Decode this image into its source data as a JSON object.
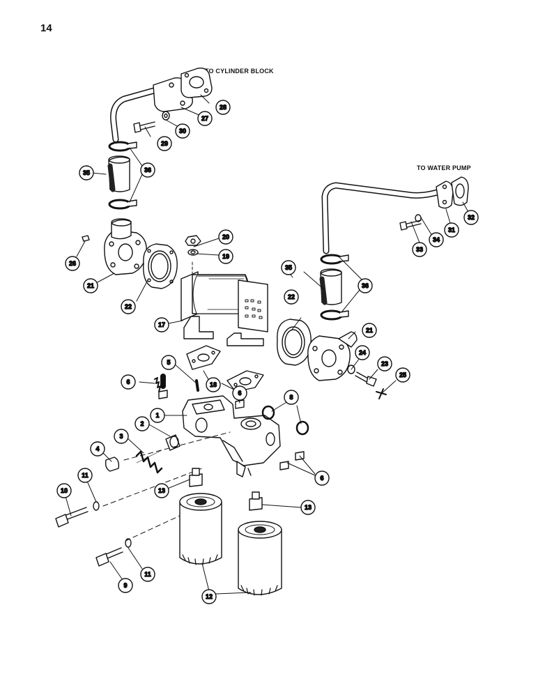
{
  "page": {
    "number": "14"
  },
  "labels": {
    "cylinder_block": "TO CYLINDER BLOCK",
    "water_pump": "TO WATER PUMP"
  },
  "callouts": [
    "1",
    "2",
    "3",
    "4",
    "5",
    "6",
    "6",
    "6",
    "8",
    "9",
    "10",
    "11",
    "11",
    "12",
    "13",
    "13",
    "17",
    "18",
    "18",
    "19",
    "20",
    "21",
    "21",
    "22",
    "22",
    "23",
    "24",
    "25",
    "26",
    "27",
    "28",
    "29",
    "30",
    "31",
    "32",
    "33",
    "34",
    "35",
    "35",
    "36",
    "36"
  ],
  "icons": [
    "oil-cooler-assembly",
    "oil-filter-adapter",
    "oil-filter-cartridge",
    "hose-clamp",
    "hose",
    "gasket",
    "cap-screw",
    "tube",
    "o-ring",
    "spring",
    "plug",
    "fitting"
  ],
  "colors": {
    "ink": "#111111",
    "paper": "#ffffff"
  }
}
